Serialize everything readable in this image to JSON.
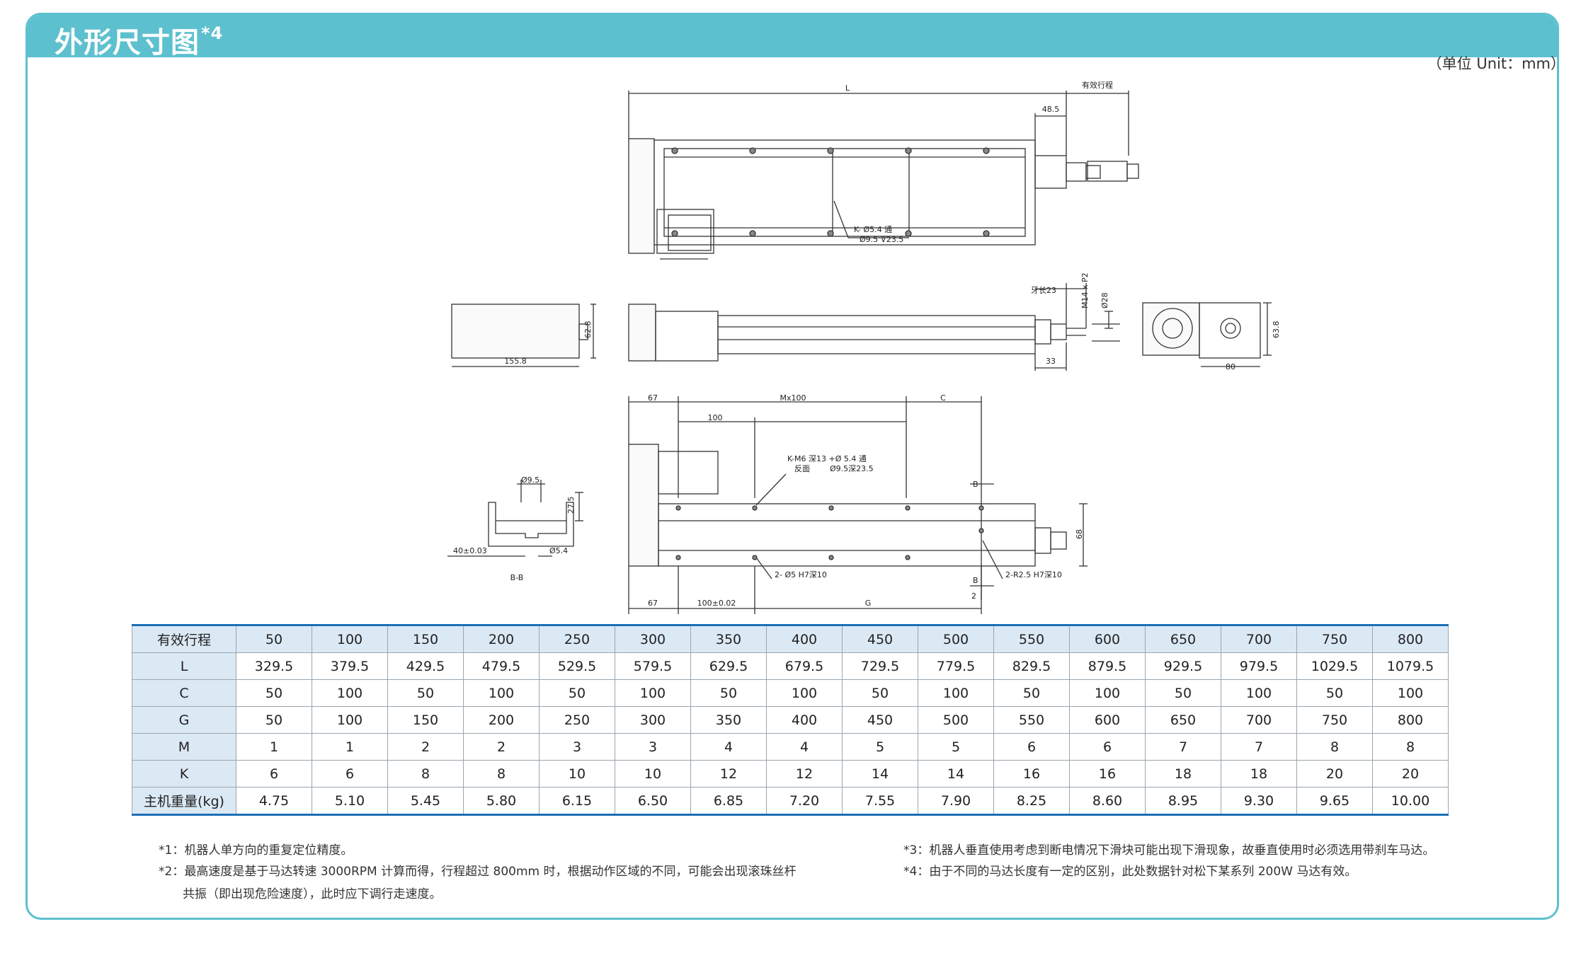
{
  "header": {
    "title": "外形尺寸图",
    "title_sup": "*4"
  },
  "unit": "（单位 Unit：mm）",
  "drawing": {
    "top_view": {
      "L": "L",
      "stroke": "有效行程",
      "d48": "48.5",
      "hole1": "K- Ø5.4 通",
      "hole2": "Ø9.5 ⊽23.5"
    },
    "side_view": {
      "thread_len": "牙长23",
      "thread": "M14 x P2",
      "d28": "Ø28",
      "d33": "33",
      "motor_w": "155.8",
      "motor_h": "62.8",
      "end_h": "63.8",
      "end_w": "80"
    },
    "bottom_view": {
      "d67a": "67",
      "mx100": "Mx100",
      "c": "C",
      "d100": "100",
      "hole1": "K-M6 深13 +Ø 5.4 通",
      "hole2": "反面",
      "hole3": "Ø9.5深23.5",
      "b": "B",
      "b2": "B",
      "d68": "68",
      "pin1": "2- Ø5 H7深10",
      "pin2": "2-R2.5 H7深10",
      "d67b": "67",
      "d100tol": "100±0.02",
      "g": "G",
      "d2": "2"
    },
    "section": {
      "d95": "Ø9.5",
      "h275": "27.5",
      "w40": "40±0.03",
      "d54": "Ø5.4",
      "name": "B-B"
    }
  },
  "table": {
    "headers": [
      "有效行程",
      "50",
      "100",
      "150",
      "200",
      "250",
      "300",
      "350",
      "400",
      "450",
      "500",
      "550",
      "600",
      "650",
      "700",
      "750",
      "800"
    ],
    "rows": [
      [
        "L",
        "329.5",
        "379.5",
        "429.5",
        "479.5",
        "529.5",
        "579.5",
        "629.5",
        "679.5",
        "729.5",
        "779.5",
        "829.5",
        "879.5",
        "929.5",
        "979.5",
        "1029.5",
        "1079.5"
      ],
      [
        "C",
        "50",
        "100",
        "50",
        "100",
        "50",
        "100",
        "50",
        "100",
        "50",
        "100",
        "50",
        "100",
        "50",
        "100",
        "50",
        "100"
      ],
      [
        "G",
        "50",
        "100",
        "150",
        "200",
        "250",
        "300",
        "350",
        "400",
        "450",
        "500",
        "550",
        "600",
        "650",
        "700",
        "750",
        "800"
      ],
      [
        "M",
        "1",
        "1",
        "2",
        "2",
        "3",
        "3",
        "4",
        "4",
        "5",
        "5",
        "6",
        "6",
        "7",
        "7",
        "8",
        "8"
      ],
      [
        "K",
        "6",
        "6",
        "8",
        "8",
        "10",
        "10",
        "12",
        "12",
        "14",
        "14",
        "16",
        "16",
        "18",
        "18",
        "20",
        "20"
      ],
      [
        "主机重量(kg)",
        "4.75",
        "5.10",
        "5.45",
        "5.80",
        "6.15",
        "6.50",
        "6.85",
        "7.20",
        "7.55",
        "7.90",
        "8.25",
        "8.60",
        "8.95",
        "9.30",
        "9.65",
        "10.00"
      ]
    ]
  },
  "notes": {
    "n1": "*1：机器人单方向的重复定位精度。",
    "n2a": "*2：最高速度是基于马达转速 3000RPM 计算而得，行程超过 800mm 时，根据动作区域的不同，可能会出现滚珠丝杆",
    "n2b": "共振（即出现危险速度），此时应下调行走速度。",
    "n3": "*3：机器人垂直使用考虑到断电情况下滑块可能出现下滑现象，故垂直使用时必须选用带刹车马达。",
    "n4": "*4：由于不同的马达长度有一定的区别，此处数据针对松下某系列 200W 马达有效。"
  },
  "colors": {
    "accent": "#5dc0cf",
    "table_rule": "#1b6fb5",
    "table_head_bg": "#dbe9f5"
  }
}
